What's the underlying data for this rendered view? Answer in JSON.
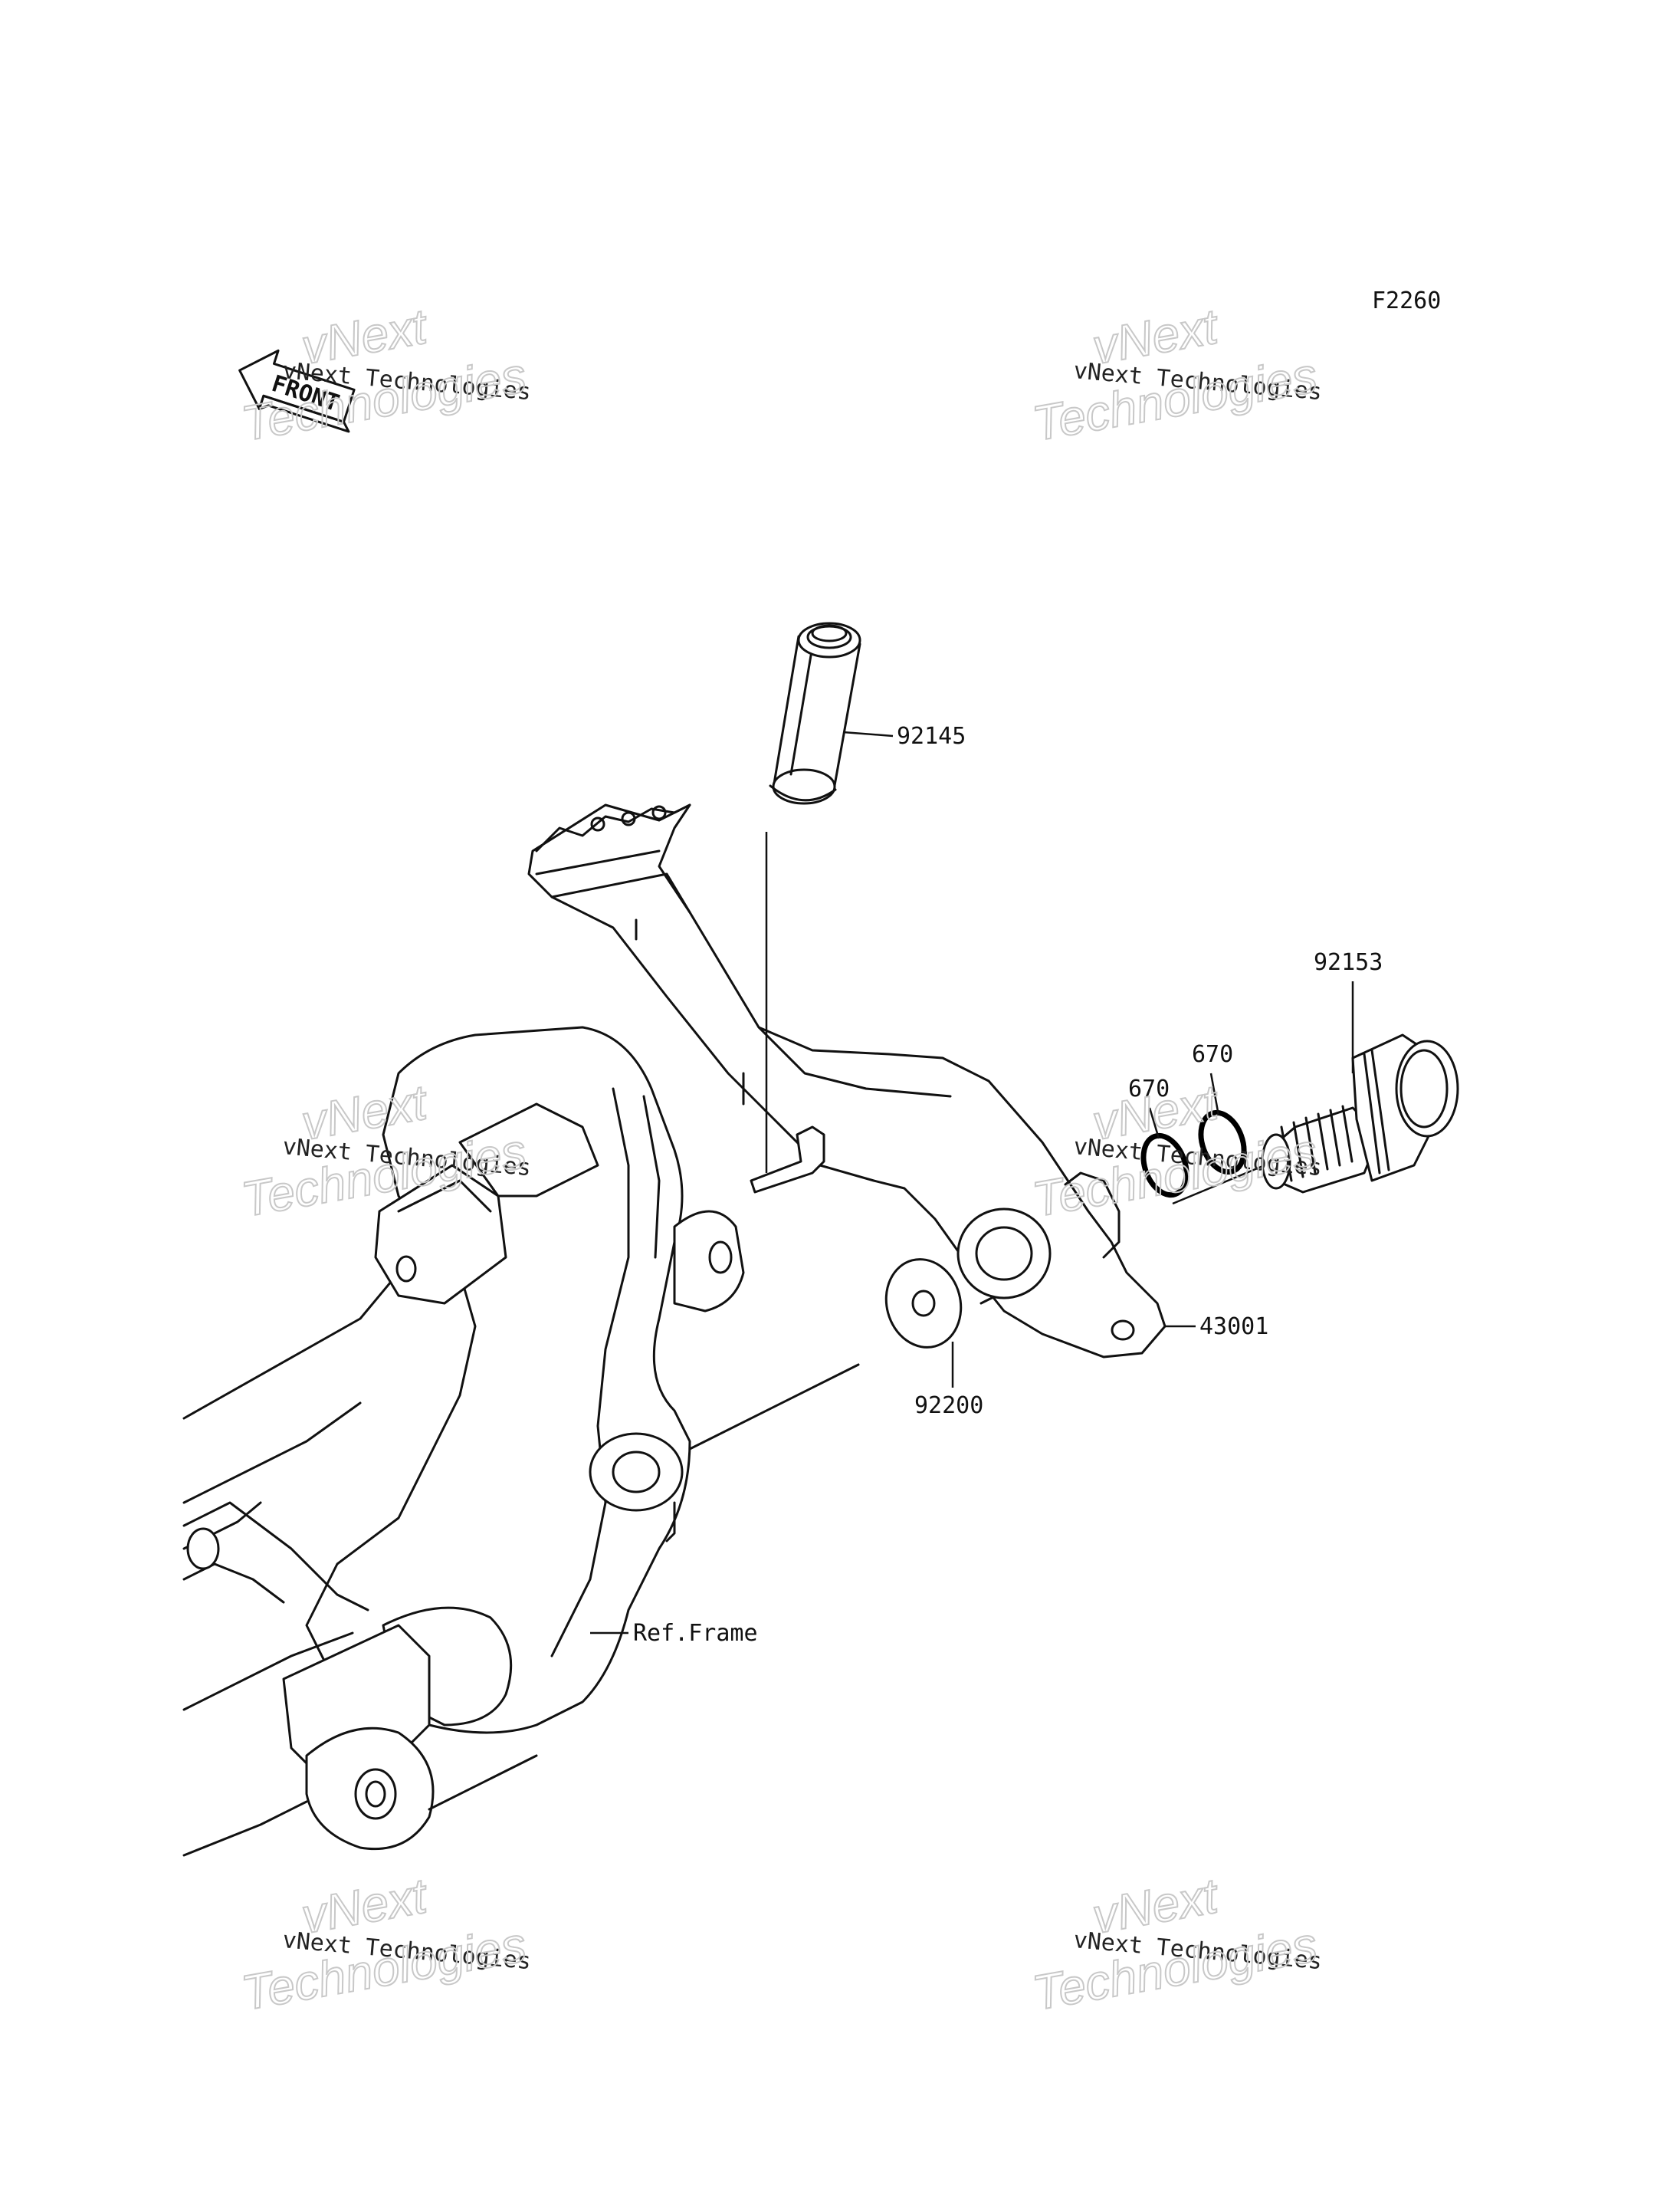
{
  "diagram": {
    "code": "F2260",
    "front_label": "FRONT",
    "parts": {
      "p92145": "92145",
      "p92153": "92153",
      "p670a": "670",
      "p670b": "670",
      "p43001": "43001",
      "p92200": "92200",
      "ref_frame": "Ref.Frame"
    },
    "watermark": {
      "line1": "vNext Technologies",
      "line2": "vNext",
      "line3": "Technologies"
    }
  }
}
